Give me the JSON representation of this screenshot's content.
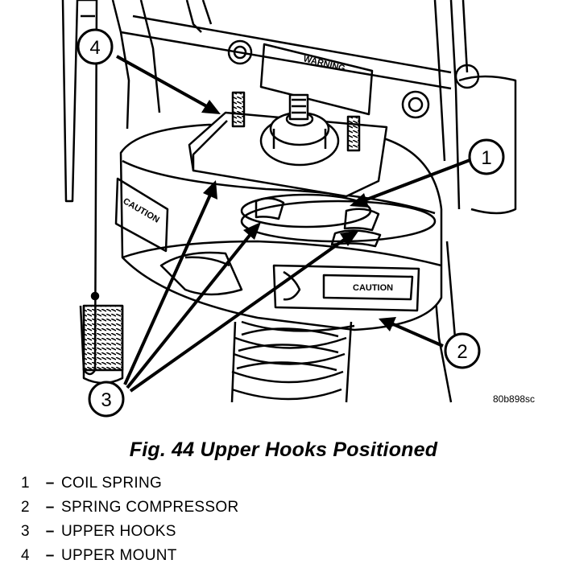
{
  "figure": {
    "code": "80b898sc",
    "callouts": [
      "1",
      "2",
      "3",
      "4"
    ],
    "label_warning": "WARNING",
    "label_caution_side": "CAUTION",
    "label_caution_front": "CAUTION"
  },
  "caption": "Fig. 44 Upper Hooks Positioned",
  "legend": [
    {
      "num": "1",
      "dash": "–",
      "label": "COIL SPRING"
    },
    {
      "num": "2",
      "dash": "–",
      "label": "SPRING COMPRESSOR"
    },
    {
      "num": "3",
      "dash": "–",
      "label": "UPPER HOOKS"
    },
    {
      "num": "4",
      "dash": "–",
      "label": "UPPER MOUNT"
    }
  ]
}
